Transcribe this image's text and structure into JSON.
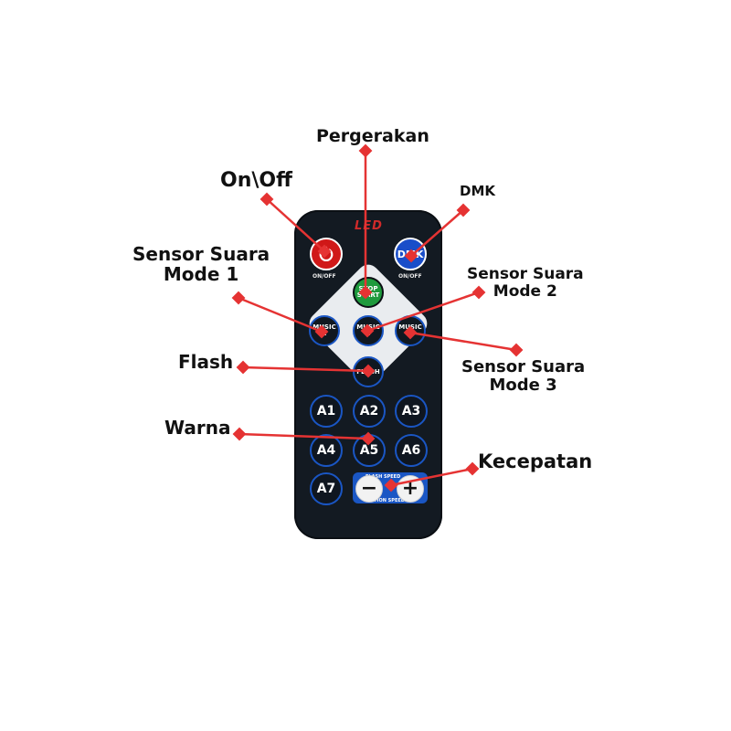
{
  "remote": {
    "brand": "LED",
    "power_sub": "ON/OFF",
    "dmk_label": "DMK",
    "dmk_sub": "ON/OFF",
    "stop_line1": "STOP",
    "stop_line2": "START",
    "music1": "MUSIC\n1",
    "music2": "MUSIC\n2",
    "music3": "MUSIC\n3",
    "flash": "FLASH",
    "a_buttons": [
      "A1",
      "A2",
      "A3",
      "A4",
      "A5",
      "A6",
      "A7"
    ],
    "speed_top": "FLASH SPEED",
    "speed_bottom": "MOTION SPEED",
    "minus": "−",
    "plus": "+"
  },
  "callouts": {
    "pergerakan": "Pergerakan",
    "onoff": "On\\Off",
    "dmk": "DMK",
    "sensor1": "Sensor Suara\nMode 1",
    "sensor2": "Sensor Suara\nMode 2",
    "flash": "Flash",
    "sensor3": "Sensor Suara\nMode 3",
    "warna": "Warna",
    "kecepatan": "Kecepatan"
  },
  "colors": {
    "arrow": "#e53333",
    "remote_body": "#131a22",
    "power_red": "#d01818",
    "dmk_blue": "#1a4ec9",
    "stop_green": "#1e9a3c",
    "ring_blue": "#1a56c4"
  }
}
